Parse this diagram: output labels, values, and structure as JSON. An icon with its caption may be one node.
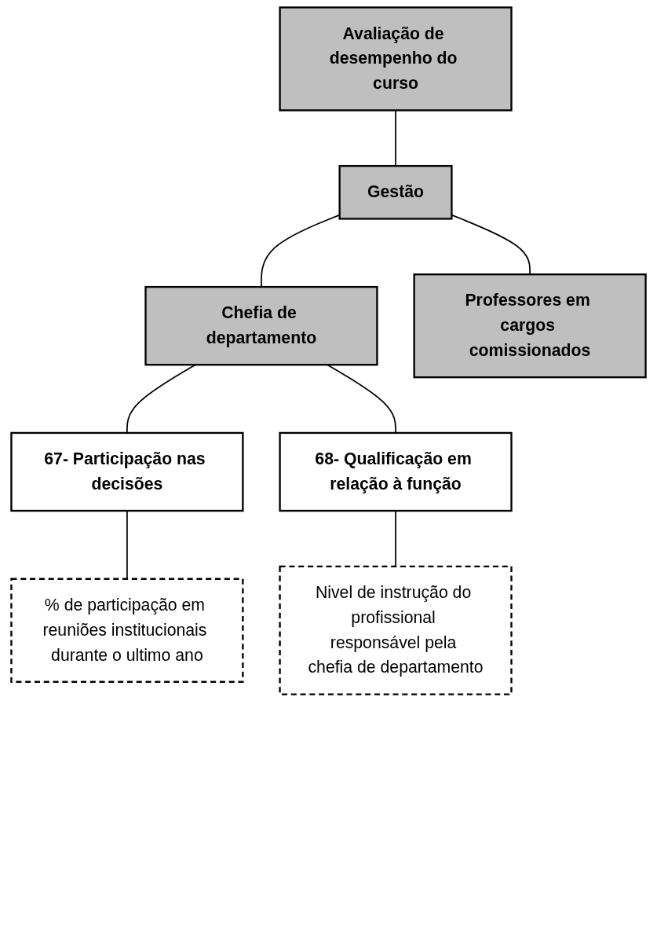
{
  "diagram": {
    "nodes": [
      {
        "text": [
          "Avaliação de desempenho do curso"
        ]
      },
      {
        "text": [
          "Gestão"
        ]
      },
      {
        "text": [
          "Chefia de departamento"
        ]
      },
      {
        "text": [
          "Professores em cargos comissionados"
        ]
      },
      {
        "text": [
          "67- Participação nas decisões"
        ]
      },
      {
        "text": [
          "68- Qualificação em relação à função"
        ]
      },
      {
        "text": [
          "% de participação em reuniões institucionais durante o ultimo ano"
        ]
      },
      {
        "text": [
          "Nivel de instrução do profissional responsável pela chefia de departamento"
        ]
      }
    ],
    "edges": [
      {
        "from": 0,
        "to": 1,
        "arrow": "none"
      },
      {
        "from": 1,
        "to": 2,
        "arrow": "none"
      },
      {
        "from": 1,
        "to": 3,
        "arrow": "none"
      },
      {
        "from": 2,
        "to": 4,
        "arrow": "none"
      },
      {
        "from": 2,
        "to": 5,
        "arrow": "none"
      },
      {
        "from": 4,
        "to": 6,
        "arrow": "none"
      },
      {
        "from": 5,
        "to": 7,
        "arrow": "none"
      }
    ]
  }
}
